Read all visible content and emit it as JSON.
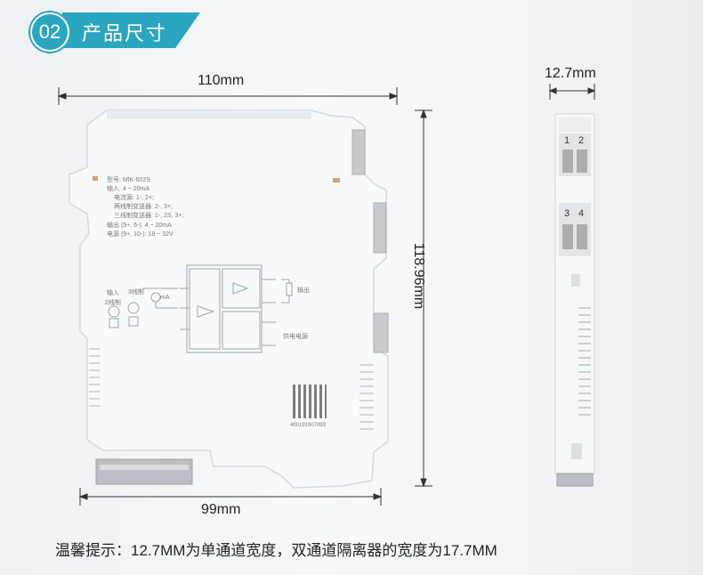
{
  "header": {
    "badge": "02",
    "title": "产品尺寸"
  },
  "dimensions": {
    "width_top": "110mm",
    "width_bottom": "99mm",
    "height": "118.96mm",
    "side_width": "12.7mm"
  },
  "device_label": {
    "model": "型号: MIK-602S",
    "input": "输入: 4 ~ 20mA",
    "line1": "电流源: 1-, 2+;",
    "line2": "两线制变送器: 2-, 3+;",
    "line3": "三线制变送器: 1-, 2S, 3+;",
    "output": "输出 (5+, 6-): 4 ~ 20mA",
    "power": "电源 (9+, 10-): 18 ~ 32V",
    "input_label": "输入",
    "two_wire": "2线制",
    "three_wire": "3线制",
    "ma": "mA",
    "output_label": "输出",
    "supply_label": "供电电源",
    "serial": "400191907893"
  },
  "terminals": [
    "1",
    "2",
    "3",
    "4"
  ],
  "tip": "温馨提示：12.7MM为单通道宽度，双通道隔离器的宽度为17.7MM",
  "colors": {
    "accent": "#2aa6bf"
  }
}
